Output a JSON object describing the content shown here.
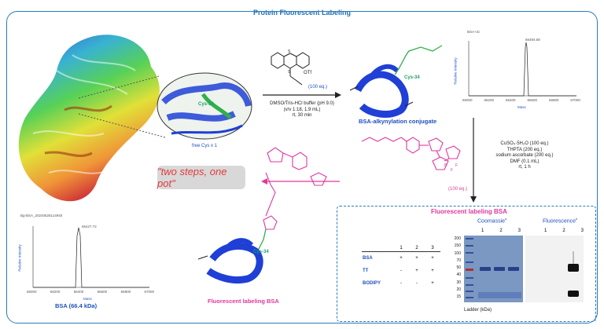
{
  "title": "Protein Fluorescent Labeling",
  "inset_label": "Cys-34",
  "free_cys": "free Cys x 1",
  "reagent1": {
    "eq": "(100 eq.)",
    "counter_ion": "OTf"
  },
  "step1": {
    "line1": "DMSO/Tris-HCl buffer (pH 9.0)",
    "line2": "(v/v 1:18, 1.9 mL)",
    "line3": "rt, 30 min"
  },
  "conjugate": {
    "cys": "Cys-34",
    "label": "BSA-alkynylation conjugate"
  },
  "step2": {
    "line1": "CuSO₄·5H₂O (100 eq.)",
    "line2": "THPTA (200 eq.)",
    "line3": "sodium ascorbate (200 eq.)",
    "line4": "DMF (0.1 mL)",
    "line5": "rt, 1 h"
  },
  "bodipy_eq": "(100 eq.)",
  "note": "\"two steps, one pot\"",
  "labeled": {
    "cys": "Cys-34",
    "label": "Fluorescent labeling BSA"
  },
  "ms_left": {
    "file": "Bg-BSA_20240626114940",
    "peak": "66427.72",
    "ylabel": "Relative Intensity",
    "xlabel": "Mass",
    "ticks": [
      "66000",
      "66200",
      "66400",
      "66600",
      "66800",
      "67000"
    ],
    "caption": "BSA (66.4 kDa)"
  },
  "ms_right": {
    "file": "BSA+2c",
    "peak": "66494.68",
    "ylabel": "Relative Intensity",
    "xlabel": "Mass",
    "ticks": [
      "66000",
      "66200",
      "66400",
      "66600",
      "66800",
      "67000"
    ]
  },
  "gel_panel": {
    "title": "Fluorescent labeling BSA",
    "coomassie": "Coomassie",
    "coomassie_sup": "a",
    "fluorescence": "Fluorescence",
    "fluorescence_sup": "b",
    "lanes": [
      "1",
      "2",
      "3"
    ],
    "ladder_marks": [
      "200",
      "150",
      "100",
      "70",
      "50",
      "40",
      "30",
      "20",
      "15"
    ],
    "ladder_caption": "Ladder (kDa)",
    "matrix": {
      "cols": [
        "1",
        "2",
        "3"
      ],
      "rows": [
        {
          "name": "BSA",
          "vals": [
            "+",
            "+",
            "+"
          ]
        },
        {
          "name": "TT",
          "vals": [
            "-",
            "+",
            "+"
          ]
        },
        {
          "name": "BODIPY",
          "vals": [
            "-",
            "-",
            "+"
          ]
        }
      ]
    }
  }
}
